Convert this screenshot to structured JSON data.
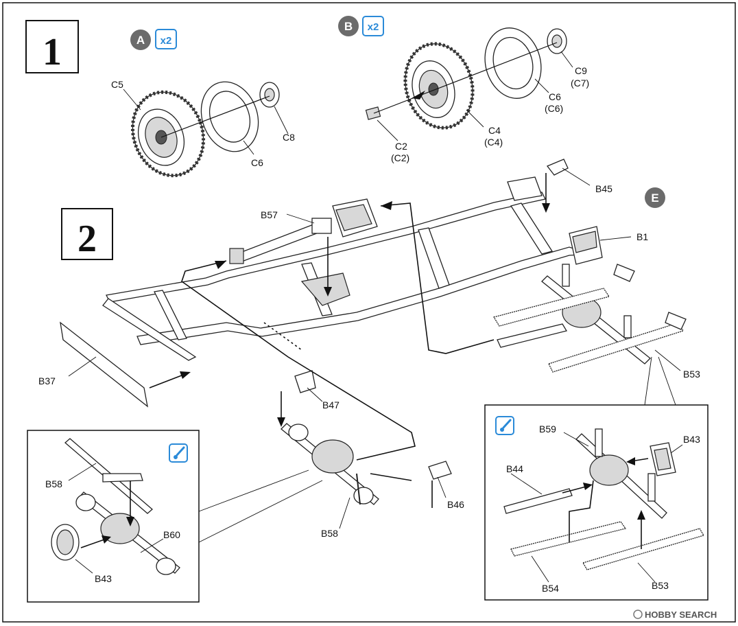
{
  "steps": {
    "step1": "1",
    "step2": "2"
  },
  "badges": {
    "a": {
      "letter": "A",
      "qty": "x2"
    },
    "b": {
      "letter": "B",
      "qty": "x2"
    },
    "e": {
      "letter": "E"
    }
  },
  "labels": {
    "c5": "C5",
    "c6a": "C6",
    "c8": "C8",
    "c9": "C9",
    "c7p": "(C7)",
    "c6b": "C6",
    "c6p": "(C6)",
    "c4": "C4",
    "c4p": "(C4)",
    "c2": "C2",
    "c2p": "(C2)",
    "b45": "B45",
    "b1": "B1",
    "b57": "B57",
    "b37": "B37",
    "b53": "B53",
    "b47": "B47",
    "b46": "B46",
    "b58": "B58",
    "b58i": "B58",
    "b60": "B60",
    "b43i": "B43",
    "b59": "B59",
    "b43r": "B43",
    "b44": "B44",
    "b54": "B54",
    "b53r": "B53"
  },
  "colors": {
    "badge_gray": "#6b6b6b",
    "badge_blue": "#2a8ad8",
    "ink": "#111111"
  },
  "icons": {
    "paint": "paint-brush-icon"
  },
  "watermark": "HOBBY SEARCH"
}
